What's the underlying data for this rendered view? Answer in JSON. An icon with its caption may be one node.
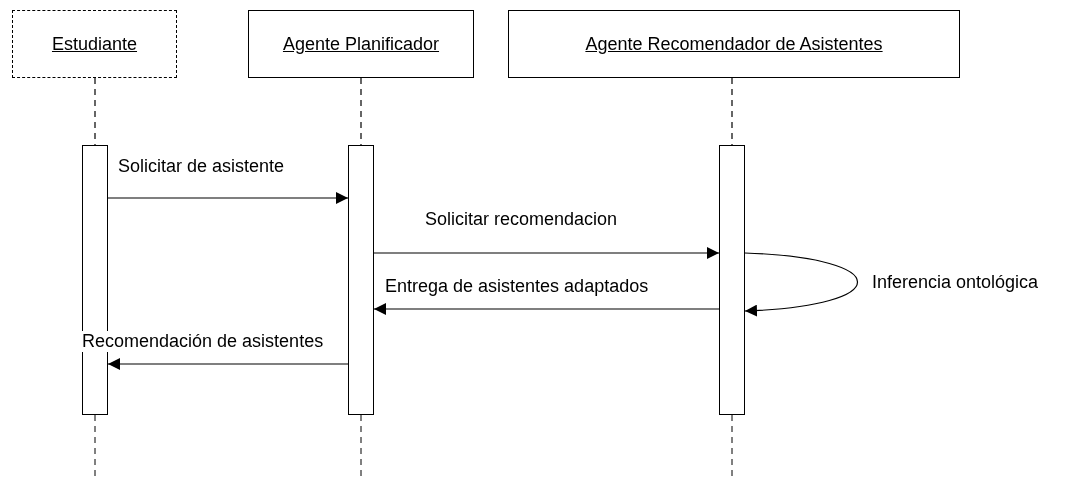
{
  "diagram": {
    "nodes": [
      {
        "text": [
          "Estudiante"
        ]
      },
      {
        "text": [
          "Agente Planificador"
        ]
      },
      {
        "text": [
          "Agente Recomendador de Asistentes"
        ]
      },
      {
        "text": [],
        "shape": "bar"
      },
      {
        "text": [],
        "shape": "bar"
      },
      {
        "text": [],
        "shape": "bar"
      }
    ],
    "edges": [
      {
        "from": 0,
        "to": 3,
        "arrow": "none",
        "style": "dashed"
      },
      {
        "from": 1,
        "to": 4,
        "arrow": "none",
        "style": "dashed"
      },
      {
        "from": 2,
        "to": 5,
        "arrow": "none",
        "style": "dashed"
      },
      {
        "from": 3,
        "to": 4,
        "arrow": "to",
        "label": "Solicitar de asistente"
      },
      {
        "from": 4,
        "to": 5,
        "arrow": "to",
        "label": "Solicitar recomendacion"
      },
      {
        "from": 5,
        "to": 5,
        "arrow": "to",
        "label": "Inferencia ontológica"
      },
      {
        "from": 5,
        "to": 4,
        "arrow": "to",
        "label": "Entrega de asistentes adaptados"
      },
      {
        "from": 4,
        "to": 3,
        "arrow": "to",
        "label": "Recomendación de asistentes"
      }
    ]
  }
}
